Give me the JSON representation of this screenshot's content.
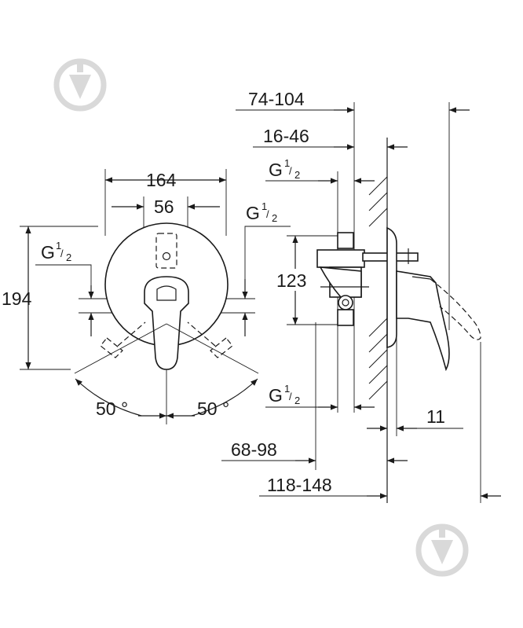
{
  "front_view": {
    "width_overall": "164",
    "width_lever": "56",
    "height_overall": "194",
    "thread_left": {
      "base": "G",
      "num": "1",
      "den": "2"
    },
    "thread_right": {
      "base": "G",
      "num": "1",
      "den": "2"
    },
    "angle_left": "50 °",
    "angle_right": "50 °"
  },
  "side_view": {
    "depth_range_1": "74-104",
    "depth_range_2": "16-46",
    "thread_top": {
      "base": "G",
      "num": "1",
      "den": "2"
    },
    "height_inlet": "123",
    "thread_bottom": {
      "base": "G",
      "num": "1",
      "den": "2"
    },
    "wall_offset": "11",
    "depth_range_3": "68-98",
    "depth_range_4": "118-148"
  }
}
